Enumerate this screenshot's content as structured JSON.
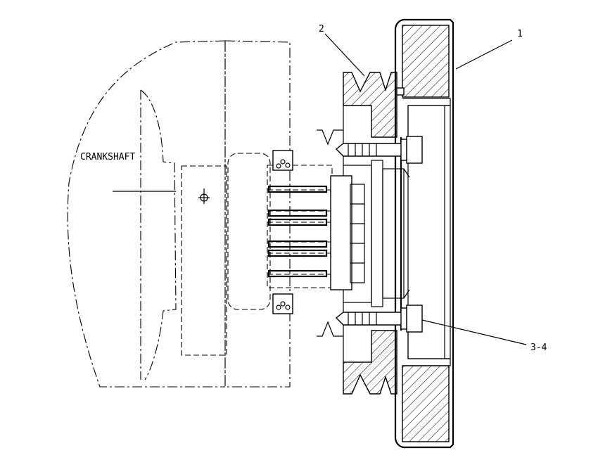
{
  "labels": {
    "crankshaft": "CRANKSHAFT",
    "callout_1": "1",
    "callout_2": "2",
    "callout_3_4": "3-4"
  }
}
